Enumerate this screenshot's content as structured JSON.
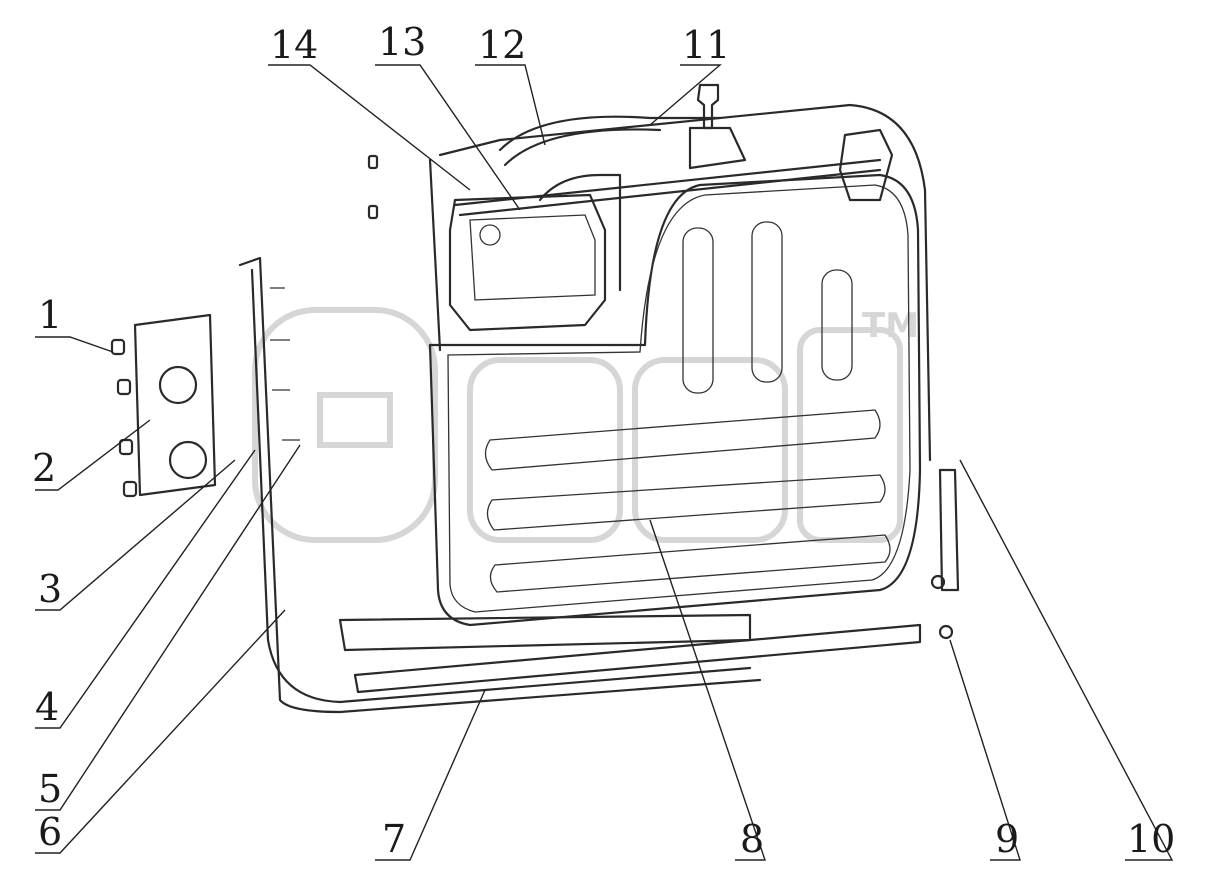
{
  "callouts": [
    {
      "id": "1",
      "text": "1"
    },
    {
      "id": "2",
      "text": "2"
    },
    {
      "id": "3",
      "text": "3"
    },
    {
      "id": "4",
      "text": "4"
    },
    {
      "id": "5",
      "text": "5"
    },
    {
      "id": "6",
      "text": "6"
    },
    {
      "id": "7",
      "text": "7"
    },
    {
      "id": "8",
      "text": "8"
    },
    {
      "id": "9",
      "text": "9"
    },
    {
      "id": "10",
      "text": "10"
    },
    {
      "id": "11",
      "text": "11"
    },
    {
      "id": "12",
      "text": "12"
    },
    {
      "id": "13",
      "text": "13"
    },
    {
      "id": "14",
      "text": "14"
    }
  ],
  "watermark": {
    "mark": "TM"
  }
}
